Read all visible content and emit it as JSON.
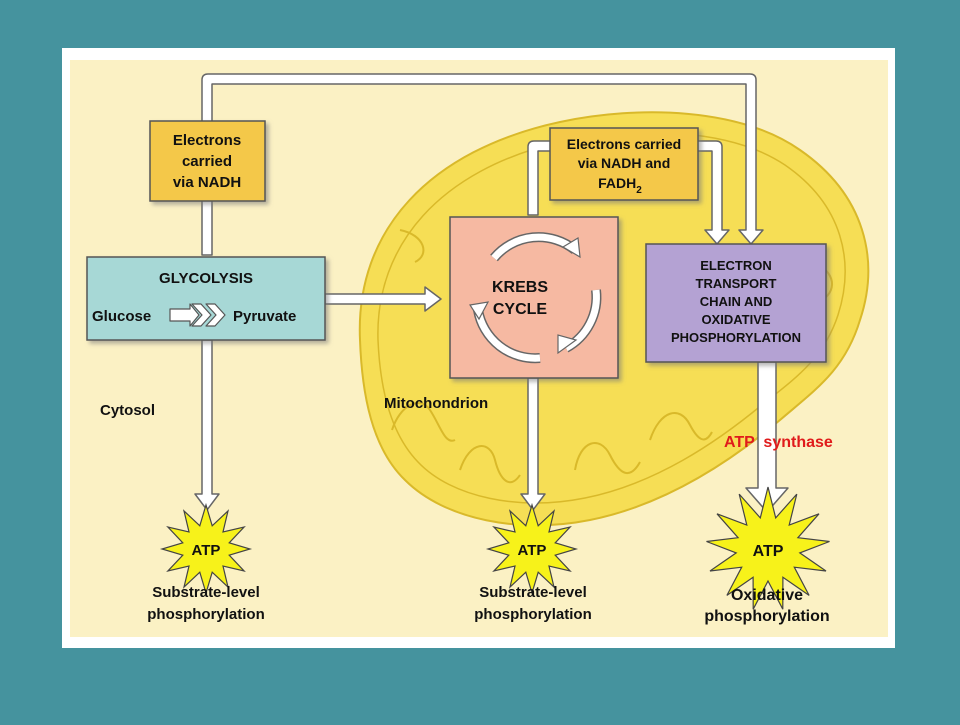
{
  "colors": {
    "slide_background": "#45939e",
    "panel": "#fbf1c4",
    "mitochondrion": "#f6de55",
    "nadh_box": "#f4c84a",
    "glycolysis_box": "#a7d8d6",
    "krebs_box": "#f6b9a2",
    "etc_box": "#b4a2d3",
    "atp_burst": "#f7f21a",
    "atp_synthase_text": "#e01b1b"
  },
  "labels": {
    "electrons_nadh": [
      "Electrons",
      "carried",
      "via NADH"
    ],
    "electrons_nadh_fadh2": {
      "line1": "Electrons carried",
      "line2": "via NADH and",
      "line3_main": "FADH",
      "line3_sub": "2"
    },
    "glycolysis": "GLYCOLYSIS",
    "glucose": "Glucose",
    "pyruvate": "Pyruvate",
    "krebs": [
      "KREBS",
      "CYCLE"
    ],
    "etc": [
      "ELECTRON",
      "TRANSPORT",
      "CHAIN AND",
      "OXIDATIVE",
      "PHOSPHORYLATION"
    ],
    "cytosol": "Cytosol",
    "mitochondrion": "Mitochondrion",
    "atp_synthase": "ATP  synthase",
    "atp": "ATP",
    "outputs": {
      "left": [
        "Substrate-level",
        "phosphorylation"
      ],
      "middle": [
        "Substrate-level",
        "phosphorylation"
      ],
      "right": [
        "Oxidative",
        "phosphorylation"
      ]
    }
  }
}
